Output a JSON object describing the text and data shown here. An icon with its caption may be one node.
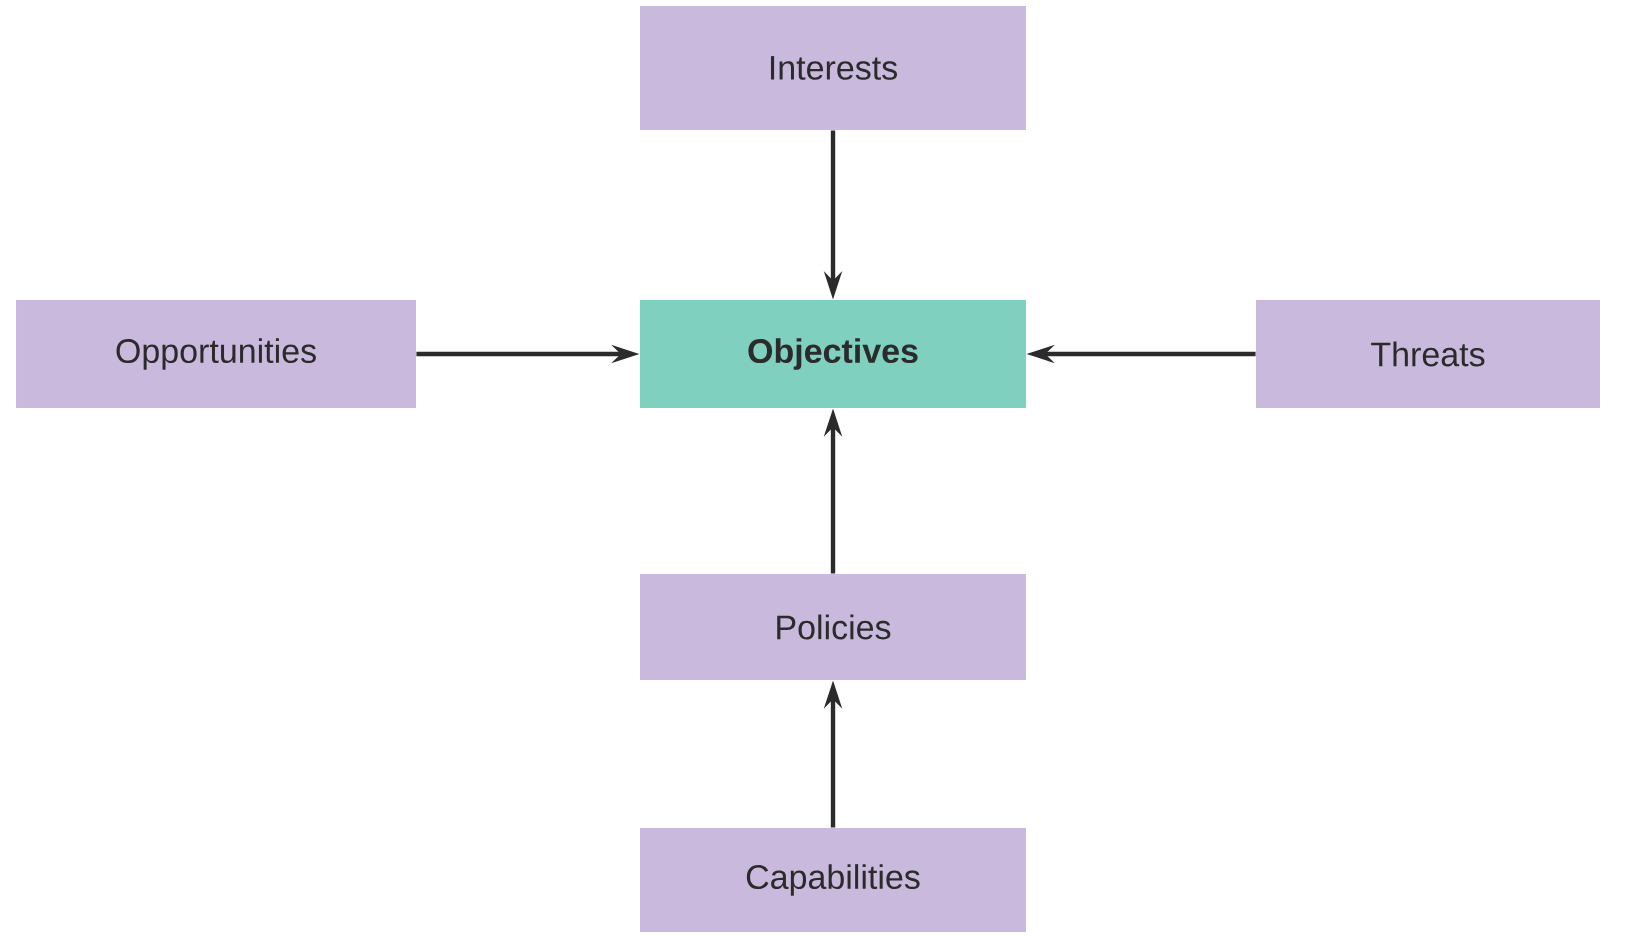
{
  "diagram": {
    "nodes": [
      {
        "text": [
          "Interests"
        ]
      },
      {
        "text": [
          "Opportunities"
        ]
      },
      {
        "text": [
          "Objectives"
        ]
      },
      {
        "text": [
          "Threats"
        ]
      },
      {
        "text": [
          "Policies"
        ]
      },
      {
        "text": [
          "Capabilities"
        ]
      }
    ],
    "edges": [
      {
        "from": 0,
        "to": 2,
        "arrow": "to"
      },
      {
        "from": 1,
        "to": 2,
        "arrow": "to"
      },
      {
        "from": 3,
        "to": 2,
        "arrow": "to"
      },
      {
        "from": 4,
        "to": 2,
        "arrow": "to"
      },
      {
        "from": 5,
        "to": 4,
        "arrow": "to"
      }
    ]
  }
}
